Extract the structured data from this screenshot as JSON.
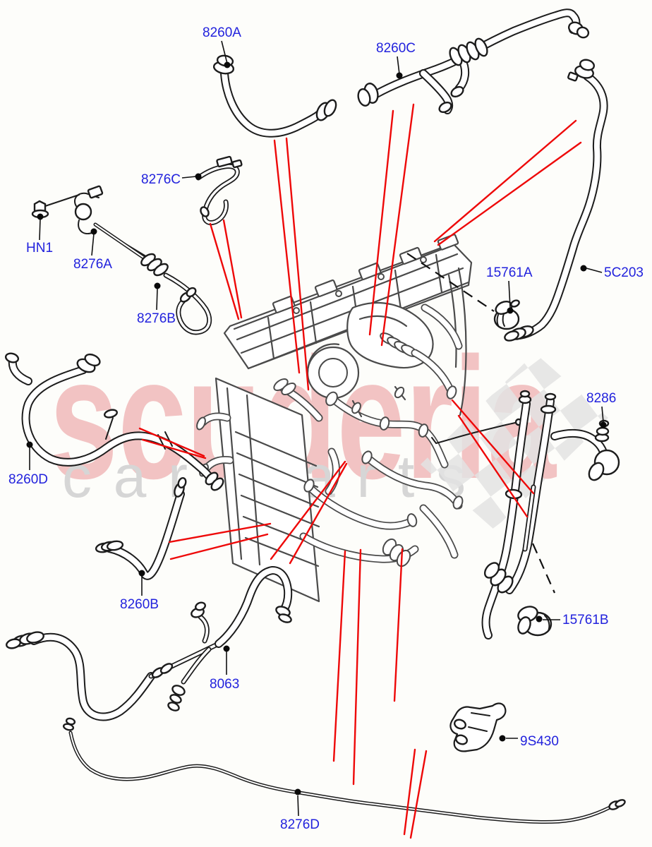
{
  "diagram": {
    "type": "parts-exploded-diagram",
    "subject": "engine cooling hoses and pipes",
    "colors": {
      "label_blue": "#2222dd",
      "pointer_red": "#ee0808",
      "line_art_dark": "#1c1c1c",
      "line_art_engine": "#4a4a4a",
      "watermark_pink": "#f2c3c3",
      "watermark_gray": "#d6d6d6",
      "checker_gray": "#e3e3e3",
      "background": "#fdfdfa"
    },
    "parts": [
      {
        "label": "8260A"
      },
      {
        "label": "8260C"
      },
      {
        "label": "8276C"
      },
      {
        "label": "HN1"
      },
      {
        "label": "8276A"
      },
      {
        "label": "8276B"
      },
      {
        "label": "15761A"
      },
      {
        "label": "5C203"
      },
      {
        "label": "8286"
      },
      {
        "label": "8260D"
      },
      {
        "label": "8260B"
      },
      {
        "label": "8063"
      },
      {
        "label": "15761B"
      },
      {
        "label": "9S430"
      },
      {
        "label": "8276D"
      }
    ],
    "watermark": {
      "word": "scuderia",
      "sub": "car parts"
    }
  }
}
